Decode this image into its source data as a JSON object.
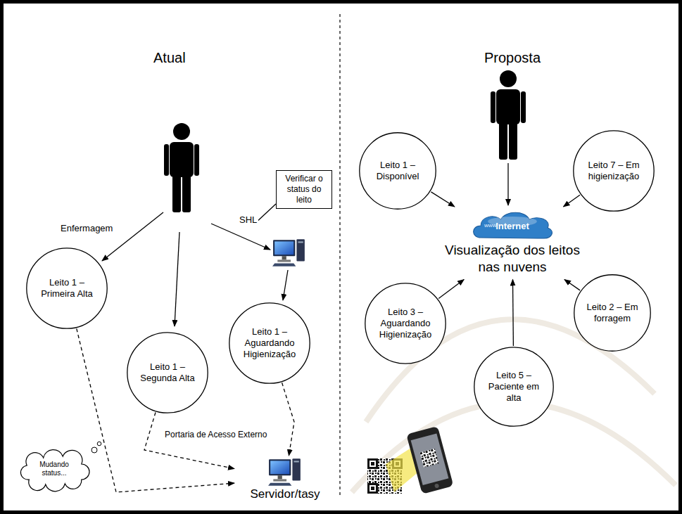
{
  "diagram": {
    "nodes": [
      {
        "text": [
          "Verificar o status do leito"
        ]
      },
      {
        "text": [
          "Leito 1 – Primeira Alta"
        ]
      },
      {
        "text": [
          "Leito 1 – Aguardando Higienização"
        ]
      },
      {
        "text": [
          "Leito 1 – Segunda Alta"
        ]
      },
      {
        "text": [
          "Mudando status..."
        ]
      },
      {
        "text": [
          "Servidor/tasy"
        ]
      },
      {
        "text": [
          "Leito 1 – Disponível"
        ]
      },
      {
        "text": [
          "Leito 7 – Em higienização"
        ]
      },
      {
        "text": [
          "www",
          "Internet",
          "Visualização dos leitos nas nuvens"
        ]
      },
      {
        "text": [
          "Leito 3 – Aguardando Higienização"
        ]
      },
      {
        "text": [
          "Leito 2 – Em forragem"
        ]
      },
      {
        "text": [
          "Leito 5 – Paciente em alta"
        ]
      }
    ],
    "edges": [
      {
        "from": 1,
        "to": 5,
        "arrow": "to"
      },
      {
        "from": 3,
        "to": 5,
        "arrow": "to"
      },
      {
        "from": 2,
        "to": 5,
        "arrow": "to"
      },
      {
        "from": 6,
        "to": 8,
        "arrow": "to"
      },
      {
        "from": 7,
        "to": 8,
        "arrow": "to"
      },
      {
        "from": 9,
        "to": 8,
        "arrow": "to"
      },
      {
        "from": 10,
        "to": 8,
        "arrow": "to"
      },
      {
        "from": 11,
        "to": 8,
        "arrow": "to"
      }
    ],
    "labels": [
      "Atual",
      "Proposta",
      "Enfermagem",
      "SHL",
      "Portaria de Acesso Externo"
    ]
  }
}
